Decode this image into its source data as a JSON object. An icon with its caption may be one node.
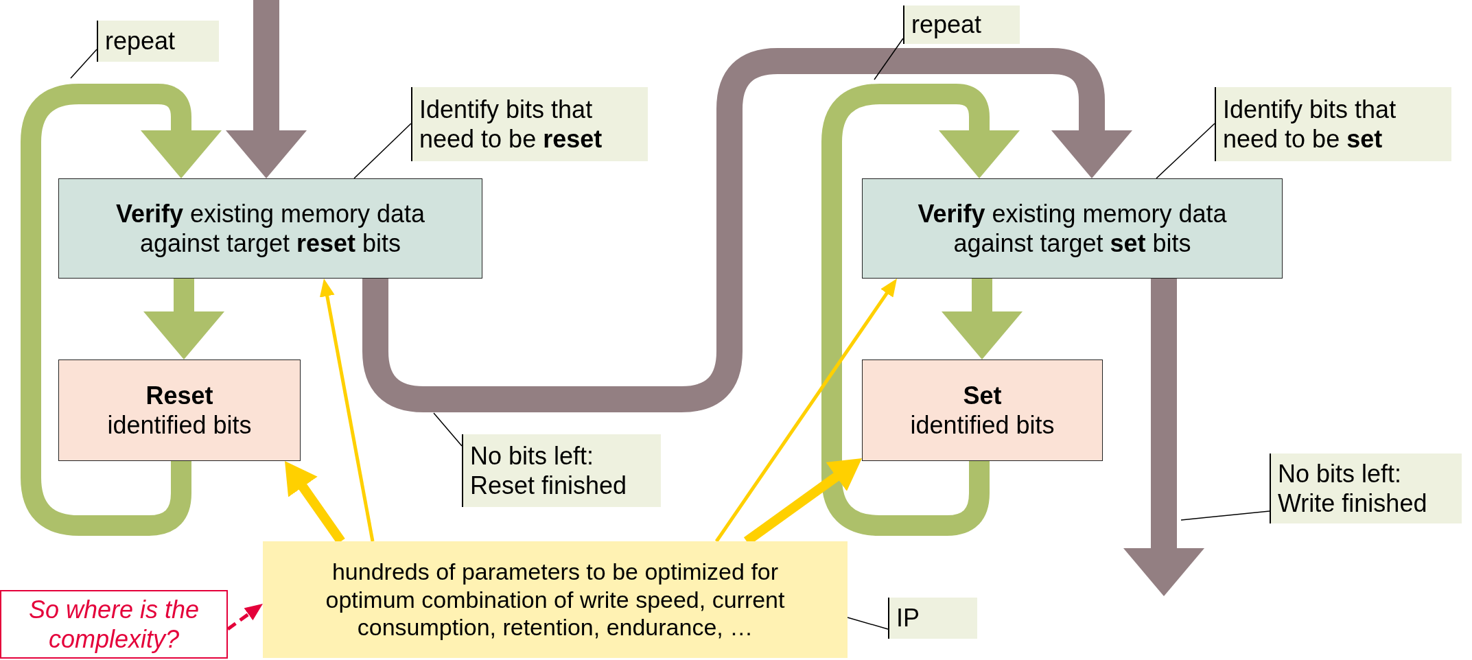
{
  "diagram": {
    "nodes": [
      {
        "text": [
          "**Verify** existing memory data against target **reset** bits"
        ]
      },
      {
        "text": [
          "Reset",
          "identified bits"
        ]
      },
      {
        "text": [
          "**Verify** existing memory data against target **set** bits"
        ]
      },
      {
        "text": [
          "Set",
          "identified bits"
        ]
      },
      {
        "text": [
          "hundreds of parameters to be optimized for optimum combination of write speed, current consumption, retention, endurance, …"
        ]
      },
      {
        "text": [
          "repeat"
        ]
      },
      {
        "text": [
          "Identify bits that need to be **reset**"
        ]
      },
      {
        "text": [
          "No bits left: Reset finished"
        ]
      },
      {
        "text": [
          "repeat"
        ]
      },
      {
        "text": [
          "Identify bits that need to be **set**"
        ]
      },
      {
        "text": [
          "No bits left: Write finished"
        ]
      },
      {
        "text": [
          "IP"
        ]
      },
      {
        "text": [
          "So where is the complexity?"
        ]
      }
    ],
    "edges": [
      {
        "from": null,
        "to": 0,
        "arrow": "to",
        "style": "thick",
        "color": "#937f82"
      },
      {
        "from": 0,
        "to": 1,
        "arrow": "to",
        "style": "thick",
        "color": "#adc06a"
      },
      {
        "from": 1,
        "to": 0,
        "arrow": "to",
        "style": "thick",
        "color": "#adc06a"
      },
      {
        "from": 0,
        "to": 2,
        "arrow": "to",
        "style": "thick",
        "color": "#937f82"
      },
      {
        "from": 2,
        "to": 3,
        "arrow": "to",
        "style": "thick",
        "color": "#adc06a"
      },
      {
        "from": 3,
        "to": 2,
        "arrow": "to",
        "style": "thick",
        "color": "#adc06a"
      },
      {
        "from": 2,
        "to": null,
        "arrow": "to",
        "style": "thick",
        "color": "#937f82"
      },
      {
        "from": 4,
        "to": 1,
        "arrow": "to",
        "style": "thick",
        "color": "#ffd000"
      },
      {
        "from": 4,
        "to": 0,
        "arrow": "to",
        "color": "#ffd000"
      },
      {
        "from": 4,
        "to": 2,
        "arrow": "to",
        "color": "#ffd000"
      },
      {
        "from": 4,
        "to": 3,
        "arrow": "to",
        "style": "thick",
        "color": "#ffd000"
      },
      {
        "from": 12,
        "to": 4,
        "arrow": "to",
        "style": "dashed",
        "color": "#e4003a"
      },
      {
        "from": 5,
        "to": null,
        "arrow": "none"
      },
      {
        "from": 6,
        "to": 0,
        "arrow": "none"
      },
      {
        "from": 8,
        "to": null,
        "arrow": "none"
      },
      {
        "from": 9,
        "to": 2,
        "arrow": "none"
      },
      {
        "from": 7,
        "to": null,
        "arrow": "none"
      },
      {
        "from": 10,
        "to": null,
        "arrow": "none"
      },
      {
        "from": 11,
        "to": 4,
        "arrow": "none"
      }
    ]
  }
}
